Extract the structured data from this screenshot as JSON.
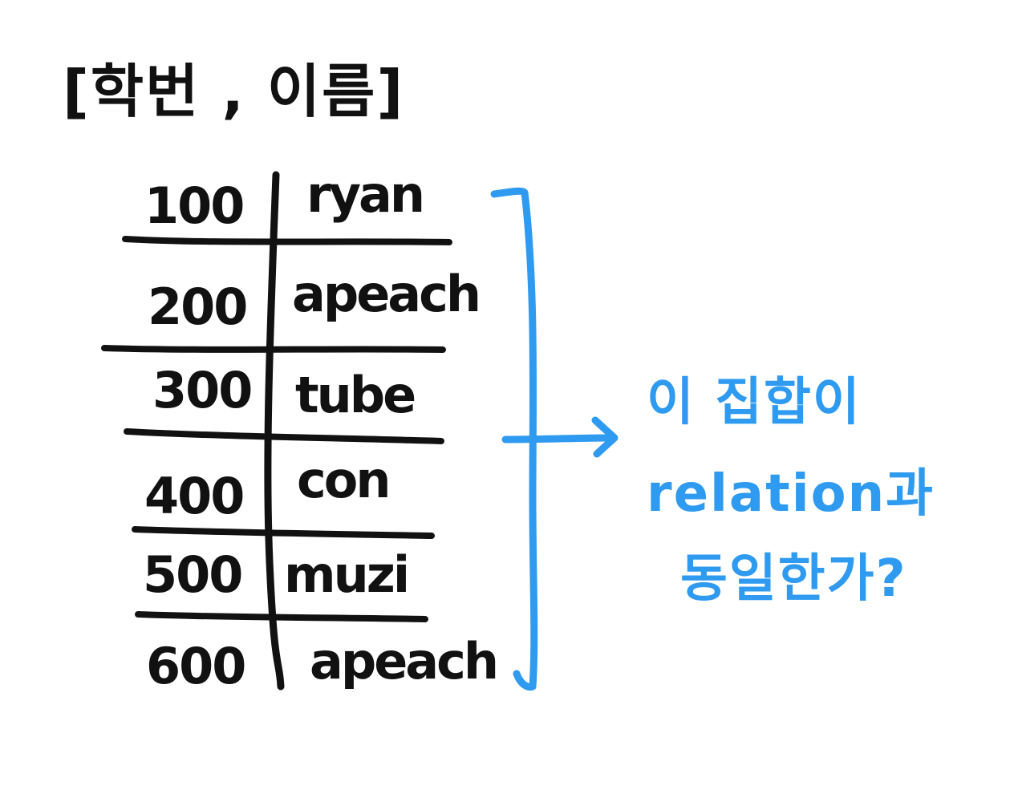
{
  "title": "[학번 , 이름]",
  "rows": [
    {
      "id": "100",
      "name": "ryan"
    },
    {
      "id": "200",
      "name": "apeach"
    },
    {
      "id": "300",
      "name": "tube"
    },
    {
      "id": "400",
      "name": "con"
    },
    {
      "id": "500",
      "name": "muzi"
    },
    {
      "id": "600",
      "name": "apeach"
    }
  ],
  "note": {
    "line1": "이 집합이",
    "line2": "relation과",
    "line3": "동일한가?"
  },
  "colors": {
    "ink": "#111111",
    "accent": "#2f9bf0"
  }
}
